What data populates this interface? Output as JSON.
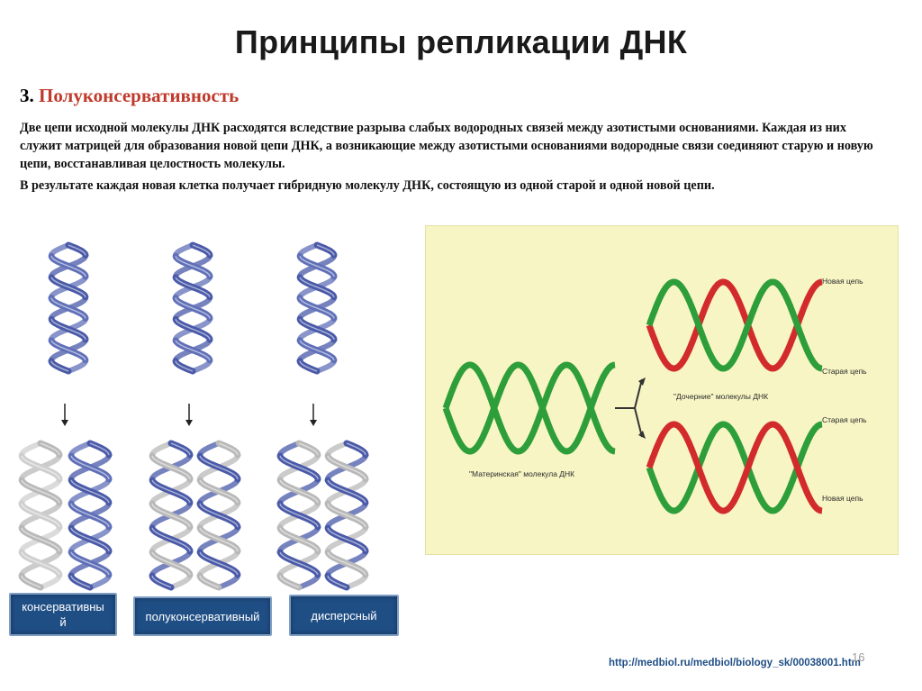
{
  "slide": {
    "title": "Принципы репликации ДНК",
    "heading_number": "3.",
    "heading_term": "Полуконсервативность",
    "paragraph_1": "Две цепи исходной молекулы ДНК расходятся вследствие разрыва   слабых водородных связей между азотистыми основаниями.  Каждая из них служит матрицей для образования новой цепи ДНК, а возникающие между азотистыми основаниями водородные связи соединяют старую и новую цепи, восстанавливая целостность молекулы.",
    "paragraph_2": "В результате каждая новая клетка получает гибридную молекулу ДНК, состоящую из одной старой и одной новой цепи.",
    "credit": "http://medbiol.ru/medbiol/biology_sk/00038001.htm",
    "page_number": "16"
  },
  "models": [
    {
      "label": "консервативны\nй"
    },
    {
      "label": "полуконсервативный"
    },
    {
      "label": "дисперсный"
    }
  ],
  "diagram": {
    "parent_label": "\"Материнская\" молекула ДНК",
    "daughter_label": "\"Дочерние\" молекулы ДНК",
    "top_new_label": "Новая цепь",
    "top_old_label": "Старая цепь",
    "bottom_old_label": "Старая цепь",
    "bottom_new_label": "Новая цепь",
    "old_strand_color": "#2e9e3a",
    "new_strand_color": "#d22b2b",
    "background_color": "#f7f5c4"
  },
  "colors": {
    "heading_accent": "#c0392b",
    "label_box": "#1f4e85",
    "helix_blue": "#4a5aa8",
    "helix_gray": "#b9b9b9"
  }
}
